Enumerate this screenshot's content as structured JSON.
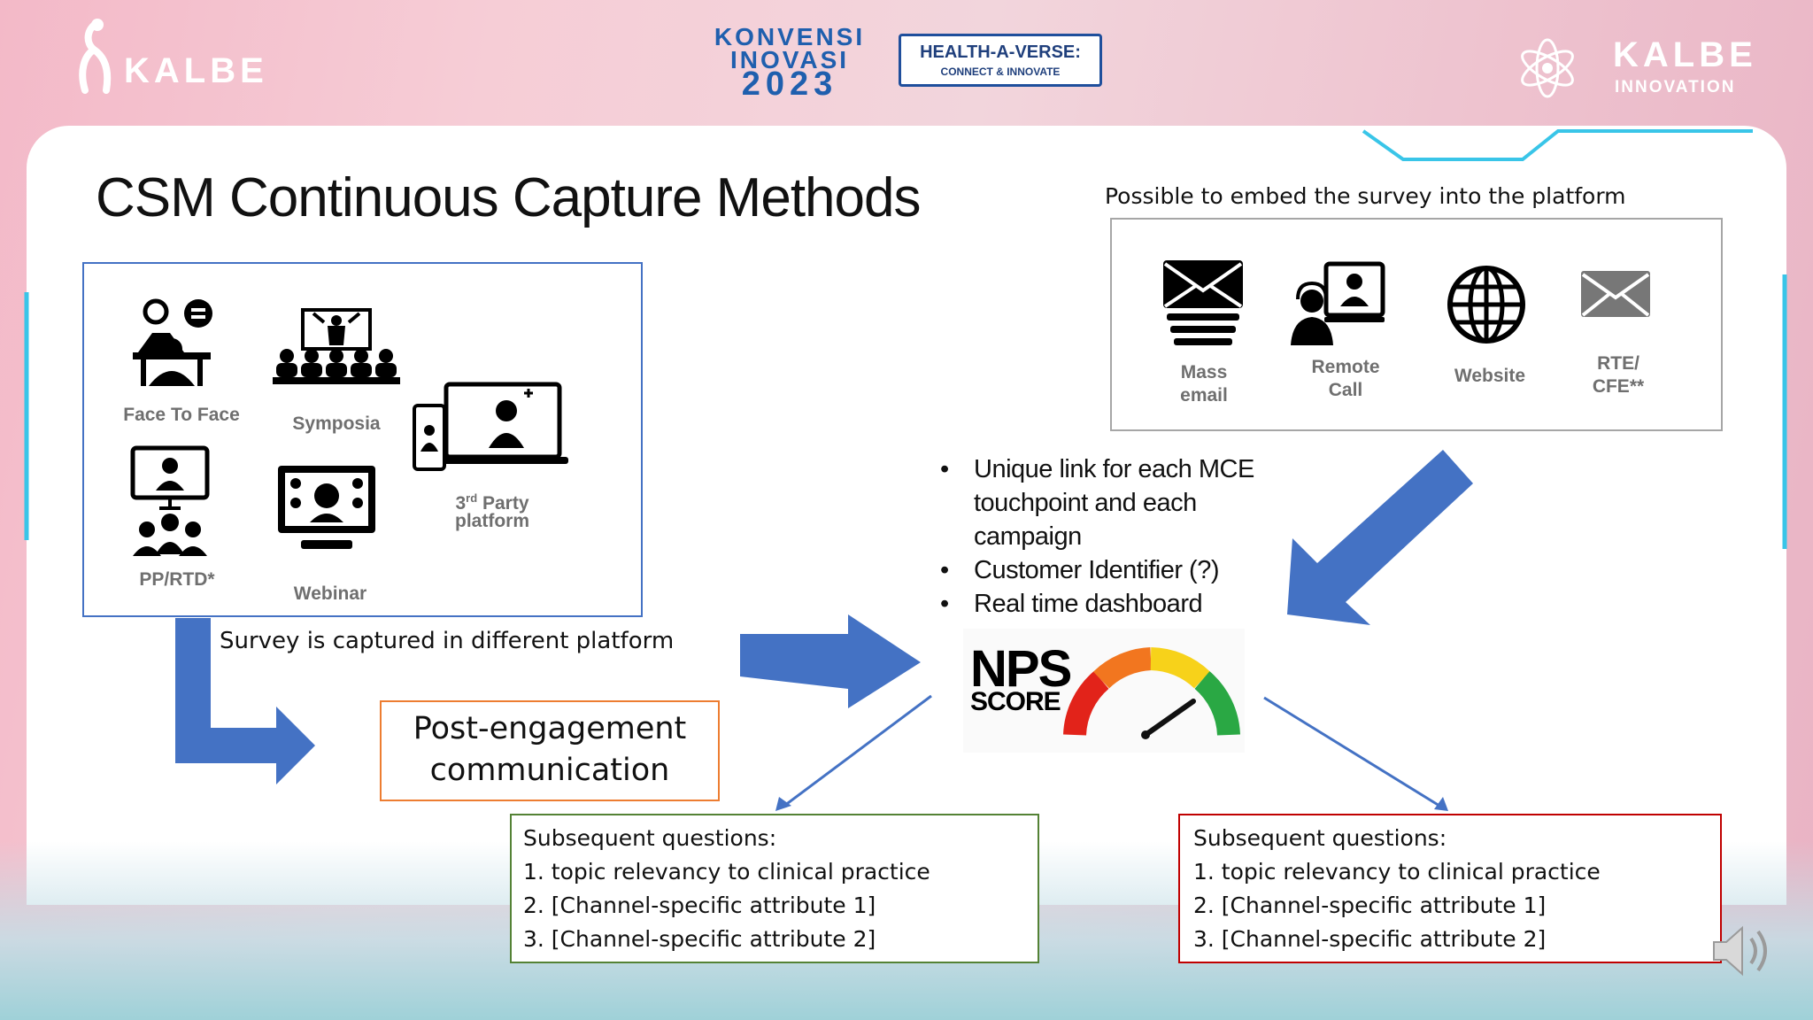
{
  "header": {
    "logo_left": "KALBE",
    "event_line1": "KONVENSI",
    "event_line2": "INOVASI",
    "event_year": "2023",
    "theme_title": "HEALTH-A-VERSE:",
    "theme_sub": "CONNECT & INNOVATE",
    "logo_right_main": "KALBE",
    "logo_right_sub": "INNOVATION"
  },
  "slide": {
    "title": "CSM Continuous Capture Methods",
    "channels_left": {
      "face_to_face": "Face To Face",
      "symposia": "Symposia",
      "pp_rtd": "PP/RTD*",
      "webinar": "Webinar",
      "third_party_line1_num": "3",
      "third_party_line1_sup": "rd",
      "third_party_line1_rest": " Party",
      "third_party_line2": "platform"
    },
    "survey_caption": "Survey is captured in different platform",
    "embed_caption": "Possible to embed the survey into the platform",
    "channels_right": {
      "mass_email_1": "Mass",
      "mass_email_2": "email",
      "remote_call_1": "Remote",
      "remote_call_2": "Call",
      "website": "Website",
      "rte_1": "RTE/",
      "rte_2": "CFE**"
    },
    "bullets": {
      "b1_l1": "Unique link for each MCE",
      "b1_l2": "touchpoint and each",
      "b1_l3": "campaign",
      "b2": "Customer Identifier (?)",
      "b3": "Real time dashboard"
    },
    "nps": {
      "line1": "NPS",
      "line2": "SCORE"
    },
    "post_engagement_1": "Post-engagement",
    "post_engagement_2": "communication",
    "questions_left": {
      "heading": "Subsequent questions:",
      "q1": "1. topic relevancy to clinical practice",
      "q2": "2. [Channel-specific attribute 1]",
      "q3": "3. [Channel-specific attribute 2]"
    },
    "questions_right": {
      "heading": "Subsequent questions:",
      "q1": "1. topic relevancy to clinical practice",
      "q2": "2. [Channel-specific attribute 1]",
      "q3": "3. [Channel-specific attribute 2]"
    }
  },
  "colors": {
    "arrow_blue": "#4472c4",
    "left_box_border": "#4472c4",
    "post_box_border": "#ed7d31",
    "q_left_border": "#548235",
    "q_right_border": "#c00000",
    "title_color": "#111111"
  }
}
